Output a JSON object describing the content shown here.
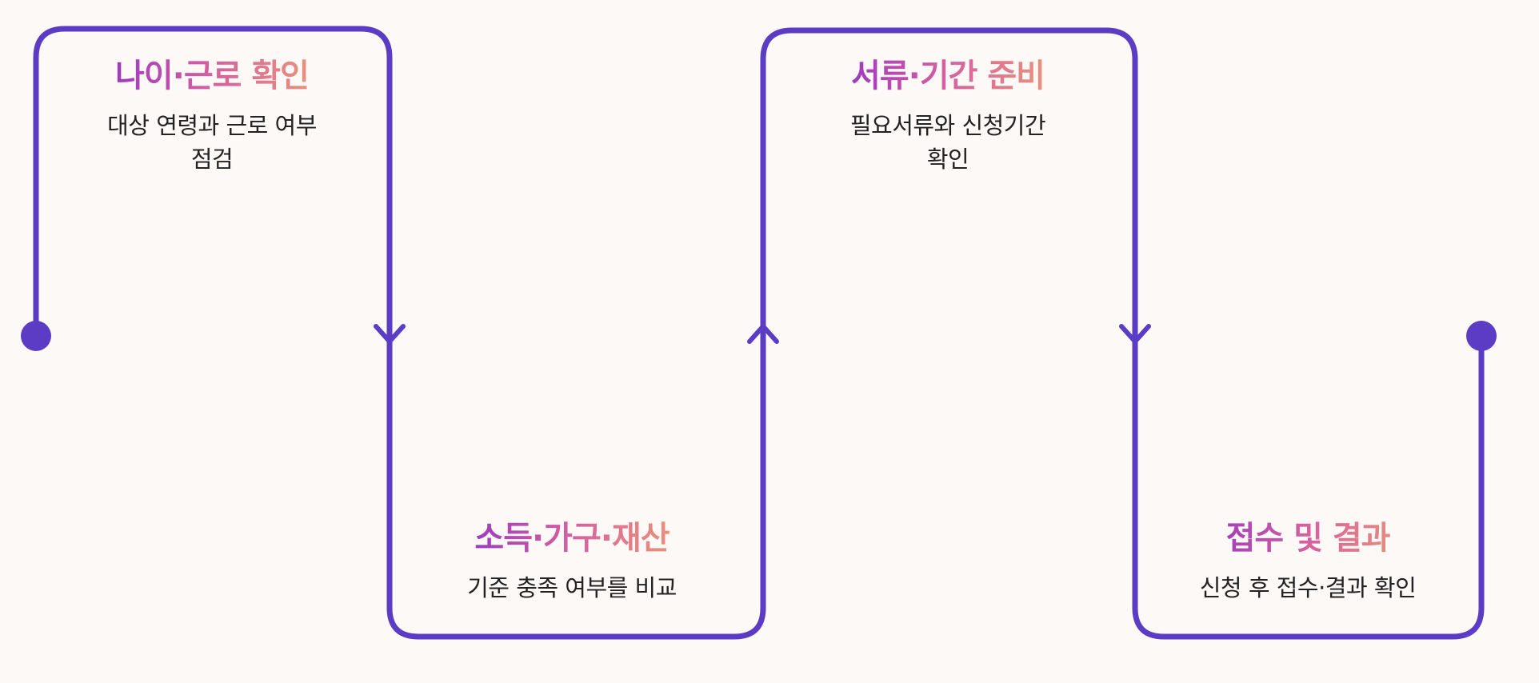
{
  "colors": {
    "line": "#5b3cc4",
    "title_gradient": [
      "#8b2fc8",
      "#d660a0",
      "#f0a070"
    ],
    "text": "#222222",
    "background": "#fdf9f7"
  },
  "steps": [
    {
      "title": "나이·근로 확인",
      "description": "대상 연령과 근로 여부\n점검"
    },
    {
      "title": "소득·가구·재산",
      "description": "기준 충족 여부를 비교"
    },
    {
      "title": "서류·기간 준비",
      "description": "필요서류와 신청기간\n확인"
    },
    {
      "title": "접수 및 결과",
      "description": "신청 후 접수·결과 확인"
    }
  ]
}
